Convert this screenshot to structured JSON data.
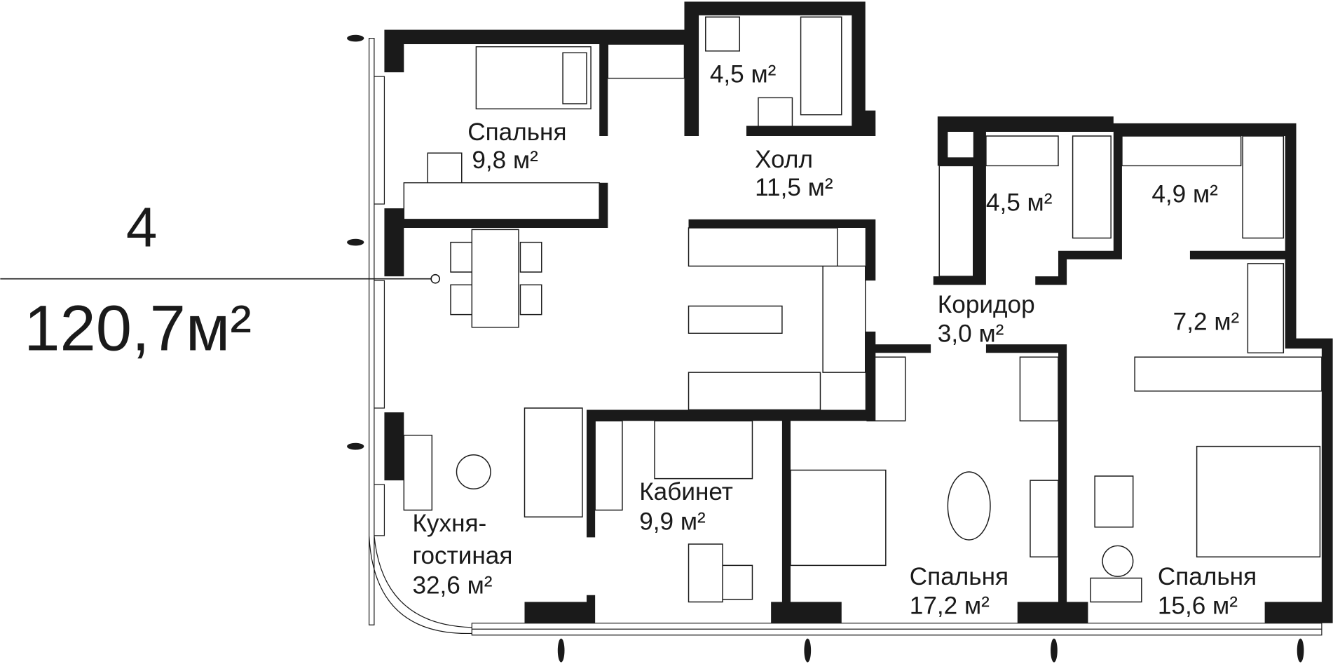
{
  "apartment": {
    "rooms_count": "4",
    "total_area": "120,7м²"
  },
  "rooms": [
    {
      "name": "Спальня",
      "area": "9,8 м²"
    },
    {
      "name": "",
      "area": "4,5 м²"
    },
    {
      "name": "Холл",
      "area": "11,5 м²"
    },
    {
      "name": "",
      "area": "4,5 м²"
    },
    {
      "name": "",
      "area": "4,9 м²"
    },
    {
      "name": "Коридор",
      "area": "3,0 м²"
    },
    {
      "name": "",
      "area": "7,2 м²"
    },
    {
      "name": "Кабинет",
      "area": "9,9 м²"
    },
    {
      "name": "Кухня-",
      "name2": "гостиная",
      "area": "32,6 м²"
    },
    {
      "name": "Спальня",
      "area": "17,2 м²"
    },
    {
      "name": "Спальня",
      "area": "15,6 м²"
    }
  ],
  "colors": {
    "wall": "#1a1a1a",
    "background": "#ffffff"
  }
}
